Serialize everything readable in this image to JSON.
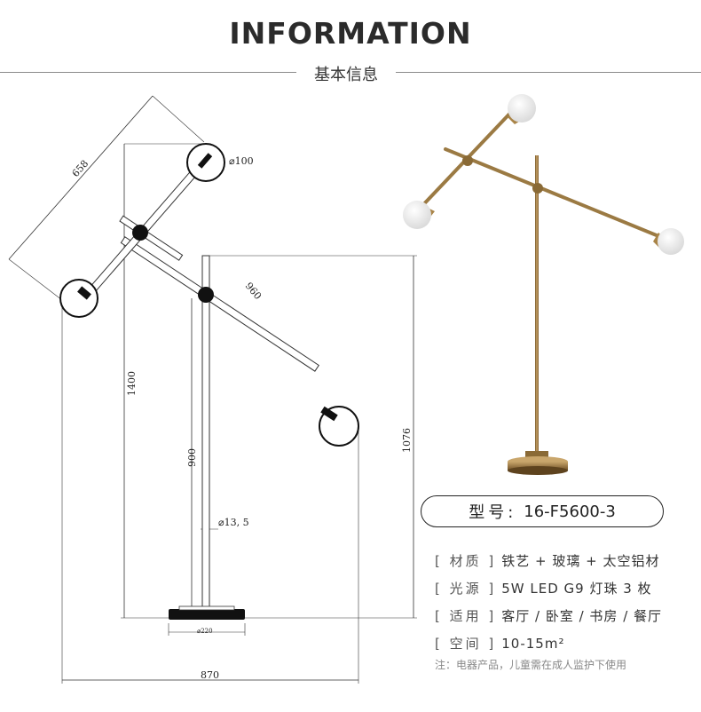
{
  "header": {
    "title": "INFORMATION",
    "subtitle": "基本信息"
  },
  "drawing": {
    "dim_top_arm": "658",
    "dim_globe": "⌀100",
    "dim_long_arm": "960",
    "dim_height_total": "1400",
    "dim_height_pivot": "1076",
    "dim_height_base": "900",
    "dim_pole": "⌀13, 5",
    "dim_base": "⌀220",
    "dim_width": "870"
  },
  "model": {
    "label": "型号:",
    "value": "16-F5600-3"
  },
  "specs": [
    {
      "key": "[ 材质 ]",
      "value": "铁艺 + 玻璃 + 太空铝材"
    },
    {
      "key": "[ 光源 ]",
      "value": "5W LED G9 灯珠 3 枚"
    },
    {
      "key": "[ 适用 ]",
      "value": "客厅 / 卧室 / 书房 / 餐厅"
    },
    {
      "key": "[ 空间 ]",
      "value": "10-15m²"
    }
  ],
  "note": "注：电器产品，儿童需在成人监护下使用",
  "colors": {
    "brass": "#a6834a",
    "brass_dark": "#7a5a2c",
    "line": "#333333"
  }
}
